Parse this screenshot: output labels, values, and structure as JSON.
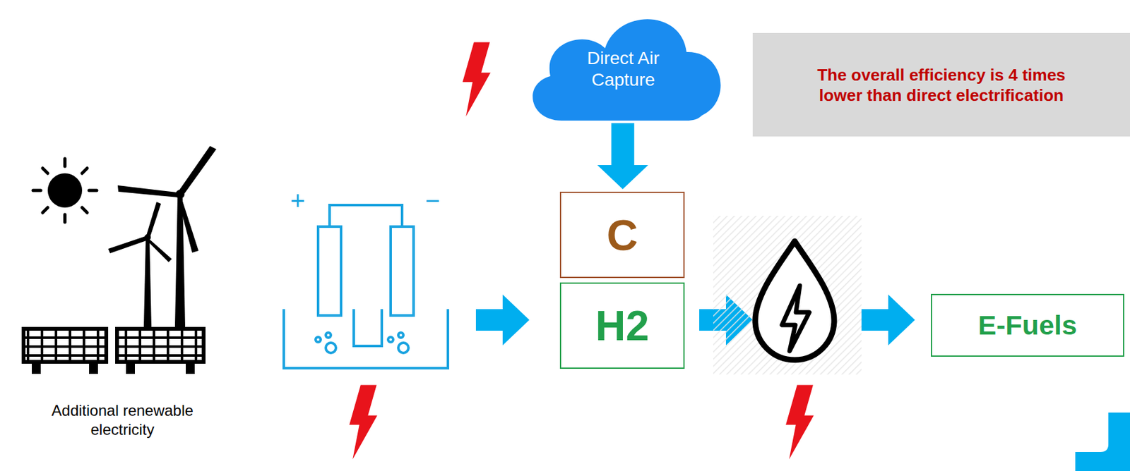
{
  "diagram": {
    "nodes": [
      {
        "text": [
          "Direct Air Capture"
        ]
      },
      {
        "text": [
          "The overall efficiency is 4 times lower than direct electrification"
        ]
      },
      {
        "text": [
          "C"
        ]
      },
      {
        "text": [
          "H2"
        ]
      },
      {
        "text": [
          "E-Fuels"
        ]
      }
    ],
    "edges": [
      {
        "from": 0,
        "to": 2,
        "arrow": "to"
      }
    ],
    "labels": [
      "Additional renewable electricity",
      "+",
      "−"
    ]
  }
}
